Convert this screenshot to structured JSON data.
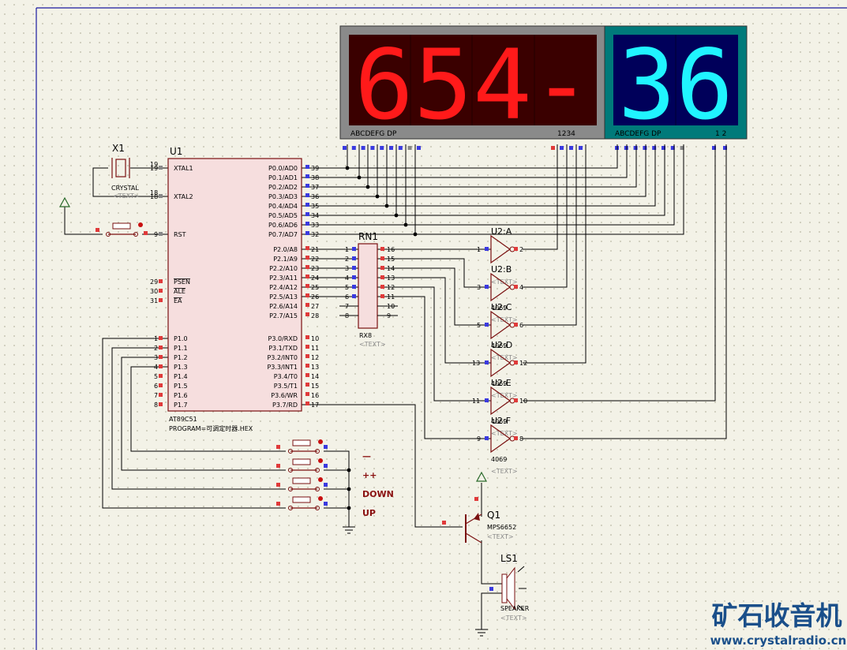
{
  "colors": {
    "background": "#f3f2e7",
    "grid_dot": "#b9b7a4",
    "red_digit": "#ff1a1a",
    "cyan_digit": "#20f4ff"
  },
  "display_left": {
    "digits": "654-",
    "segment_label": "ABCDEFG  DP",
    "digit_label": "1234"
  },
  "display_right": {
    "digits": "36",
    "segment_label": "ABCDEFG  DP",
    "digit_label": "1 2"
  },
  "crystal": {
    "ref": "X1",
    "name": "CRYSTAL",
    "text": "<TEXT>",
    "pin_a": "19",
    "pin_b": "18"
  },
  "mcu": {
    "ref": "U1",
    "part": "AT89C51",
    "program": "PROGRAM=可调定时器.HEX",
    "left_pins": [
      {
        "name": "XTAL1",
        "num": "19"
      },
      {
        "name": "XTAL2",
        "num": "18"
      },
      {
        "name": "RST",
        "num": "9"
      },
      {
        "name": "PSEN",
        "num": "29"
      },
      {
        "name": "ALE",
        "num": "30"
      },
      {
        "name": "EA",
        "num": "31"
      },
      {
        "name": "P1.0",
        "num": "1"
      },
      {
        "name": "P1.1",
        "num": "2"
      },
      {
        "name": "P1.2",
        "num": "3"
      },
      {
        "name": "P1.3",
        "num": "4"
      },
      {
        "name": "P1.4",
        "num": "5"
      },
      {
        "name": "P1.5",
        "num": "6"
      },
      {
        "name": "P1.6",
        "num": "7"
      },
      {
        "name": "P1.7",
        "num": "8"
      }
    ],
    "right_pins": [
      {
        "name": "P0.0/AD0",
        "num": "39"
      },
      {
        "name": "P0.1/AD1",
        "num": "38"
      },
      {
        "name": "P0.2/AD2",
        "num": "37"
      },
      {
        "name": "P0.3/AD3",
        "num": "36"
      },
      {
        "name": "P0.4/AD4",
        "num": "35"
      },
      {
        "name": "P0.5/AD5",
        "num": "34"
      },
      {
        "name": "P0.6/AD6",
        "num": "33"
      },
      {
        "name": "P0.7/AD7",
        "num": "32"
      },
      {
        "name": "P2.0/A8",
        "num": "21"
      },
      {
        "name": "P2.1/A9",
        "num": "22"
      },
      {
        "name": "P2.2/A10",
        "num": "23"
      },
      {
        "name": "P2.3/A11",
        "num": "24"
      },
      {
        "name": "P2.4/A12",
        "num": "25"
      },
      {
        "name": "P2.5/A13",
        "num": "26"
      },
      {
        "name": "P2.6/A14",
        "num": "27"
      },
      {
        "name": "P2.7/A15",
        "num": "28"
      },
      {
        "name": "P3.0/RXD",
        "num": "10"
      },
      {
        "name": "P3.1/TXD",
        "num": "11"
      },
      {
        "name": "P3.2/INT0",
        "num": "12"
      },
      {
        "name": "P3.3/INT1",
        "num": "13"
      },
      {
        "name": "P3.4/T0",
        "num": "14"
      },
      {
        "name": "P3.5/T1",
        "num": "15"
      },
      {
        "name": "P3.6/WR",
        "num": "16"
      },
      {
        "name": "P3.7/RD",
        "num": "17"
      }
    ]
  },
  "resistor_network": {
    "ref": "RN1",
    "part": "RX8",
    "text": "<TEXT>",
    "left_pins": [
      "1",
      "2",
      "3",
      "4",
      "5",
      "6",
      "7",
      "8"
    ],
    "right_pins": [
      "16",
      "15",
      "14",
      "13",
      "12",
      "11",
      "10",
      "9"
    ]
  },
  "inverters": [
    {
      "ref": "U2:A",
      "in": "1",
      "out": "2",
      "part": ""
    },
    {
      "ref": "U2:B",
      "in": "3",
      "out": "4",
      "part": "4069"
    },
    {
      "ref": "U2:C",
      "in": "5",
      "out": "6",
      "part": "4069"
    },
    {
      "ref": "U2:D",
      "in": "13",
      "out": "12",
      "part": "4069"
    },
    {
      "ref": "U2:E",
      "in": "11",
      "out": "10",
      "part": "4069"
    },
    {
      "ref": "U2:F",
      "in": "9",
      "out": "8",
      "part": "4069"
    }
  ],
  "inverter_text": "<TEXT>",
  "buttons": [
    {
      "label": "—"
    },
    {
      "label": "++"
    },
    {
      "label": "DOWN"
    },
    {
      "label": "UP"
    }
  ],
  "transistor": {
    "ref": "Q1",
    "part": "MPS6652",
    "text": "<TEXT>"
  },
  "speaker": {
    "ref": "LS1",
    "part": "SPEAKER",
    "text": "<TEXT>"
  },
  "watermark": {
    "title": "矿石收音机",
    "url": "www.crystalradio.cn"
  }
}
